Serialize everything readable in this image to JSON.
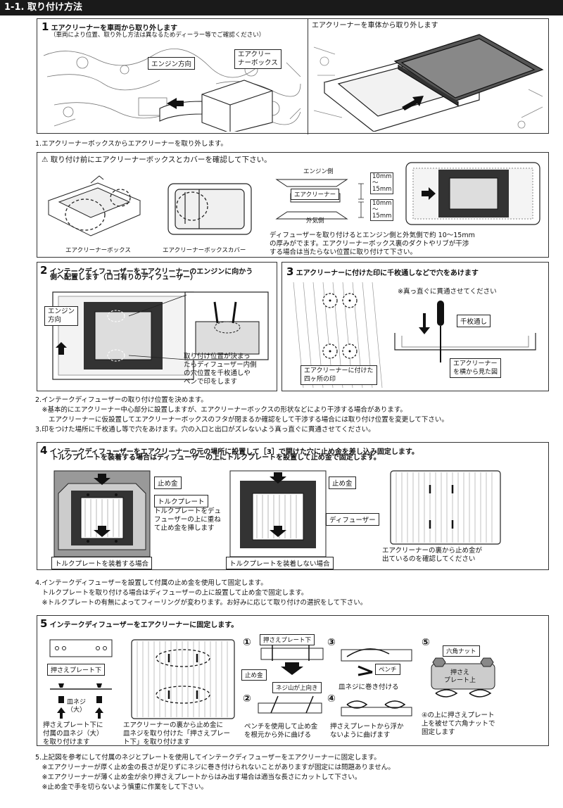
{
  "header": {
    "title": "1-1. 取り付け方法"
  },
  "step1": {
    "num": "1",
    "title": "エアクリーナーを車両から取り外します",
    "sub": "（車両により位置、取り外し方法は異なるためディーラー等でご確認ください）",
    "label_engine": "エンジン方向",
    "label_box_1": "エアクリー",
    "label_box_2": "ナーボックス",
    "right_caption": "エアクリーナーを車体から取り外します"
  },
  "note1": "1.エアクリーナーボックスからエアクリーナーを取り外します。",
  "check": {
    "warning": "取り付け前にエアクリーナーボックスとカバーを確認して下さい。",
    "cap_box": "エアクリーナーボックス",
    "cap_cover": "エアクリーナーボックスカバー",
    "engine_side": "エンジン側",
    "filter": "エアクリーナー",
    "outside": "外気側",
    "dim1": "10mm",
    "dim_tilde": "〜",
    "dim2": "15mm",
    "para1": "ディフューザーを取り付けるとエンジン側と外気側で約 10〜15mm",
    "para2": "の厚みがでます。エアクリーナーボックス裏のダクトやリブが干渉",
    "para3": "する場合は当たらない位置に取り付けて下さい。"
  },
  "step2": {
    "num": "2",
    "title1": "インテークディフューザーをエアクリーナーのエンジンに向かう",
    "title2": "側へ配置します（ロゴ有りのディフューザー）",
    "engine1": "エンジン",
    "engine2": "方向",
    "d1": "取り付け位置が決まっ",
    "d2": "たらディフューザー内側",
    "d3": "の穴位置を千枚通しや",
    "d4": "ペンで印をします"
  },
  "step3": {
    "num": "3",
    "title": "エアクリーナーに付けた印に千枚通しなどで穴をあけます",
    "straight": "※真っ直ぐに貫通させてください",
    "awl": "千枚通し",
    "marks1": "エアクリーナーに付けた",
    "marks2": "四ヶ所の印",
    "side1": "エアクリーナー",
    "side2": "を横から見た図"
  },
  "notes23": [
    "2.インテークディフューザーの取り付け位置を決めます。",
    "　※基本的にエアクリーナー中心部分に設置しますが、エアクリーナーボックスの形状などにより干渉する場合があります。",
    "　　エアクリーナーに仮設置してエアクリーナーボックスのフタが閉まるか確認をして干渉する場合には取り付け位置を変更して下さい。",
    "3.印をつけた場所に千枚通し等で穴をあけます。穴の入口と出口がズレないよう真っ直ぐに貫通させてください。"
  ],
  "step4": {
    "num": "4",
    "title1": "インテークディフューザーをエアクリーナーの元の場所に設置して［3］で開けた穴に止め金を差し込み固定します。",
    "title2": "トルクプレートを装着する場合はディフューザーの上にトルクプレートを設置して止め金で固定します。",
    "clip": "止め金",
    "torque": "トルクプレート",
    "tdesc1": "トルクプレートをデュ",
    "tdesc2": "フューザーの上に重ね",
    "tdesc3": "て止め金を挿します",
    "with": "トルクプレートを装着する場合",
    "clip2": "止め金",
    "diffuser": "ディフューザー",
    "without": "トルクプレートを装着しない場合",
    "back1": "エアクリーナーの裏から止め金が",
    "back2": "出ているのを確認してください"
  },
  "notes4": [
    "4.インテークディフューザーを設置して付属の止め金を使用して固定します。",
    "　トルクプレートを取り付ける場合はディフューザーの上に設置して止め金で固定します。",
    "　※トルクプレートの有無によってフィーリングが変わります。お好みに応じて取り付けの選択をして下さい。"
  ],
  "step5": {
    "num": "5",
    "title": "インテークディフューザーをエアクリーナーに固定します。",
    "plate": "押さえプレート下",
    "screw1": "皿ネジ",
    "screw2": "（大）",
    "c1a": "押さえプレート下に",
    "c1b": "付属の皿ネジ（大）",
    "c1c": "を取り付けます",
    "c2a": "エアクリーナーの裏から止め金に",
    "c2b": "皿ネジを取り付けた「押さえプレー",
    "c2c": "ト下」を取り付けます",
    "n1": "①",
    "p1_plate": "押さえプレート下",
    "p1_clip": "止め金",
    "p1_screw": "ネジ山が上向き",
    "n2": "②",
    "p2a": "ペンチを使用して止め金",
    "p2b": "を根元から外に曲げる",
    "n3": "③",
    "pliers": "ペンチ",
    "p3": "皿ネジに巻き付ける",
    "n4": "④",
    "p4a": "押さえプレートから浮か",
    "p4b": "ないように曲げます",
    "n5": "⑤",
    "nut": "六角ナット",
    "upper1": "押さえ",
    "upper2": "プレート上",
    "p5a": "④の上に押さえプレート",
    "p5b": "上を被せて六角ナットで",
    "p5c": "固定します"
  },
  "notes5": [
    "5.上記図を参考にして付属のネジとプレートを使用してインテークディフューザーをエアクリーナーに固定します。",
    "　※エアクリーナーが厚く止め金の長さが足りずにネジに巻き付けられないことがありますが固定には問題ありません。",
    "　※エアクリーナーが薄く止め金が余り押さえプレートからはみ出す場合は適当な長さにカットして下さい。",
    "　※止め金で手を切らないよう慎重に作業をして下さい。"
  ]
}
